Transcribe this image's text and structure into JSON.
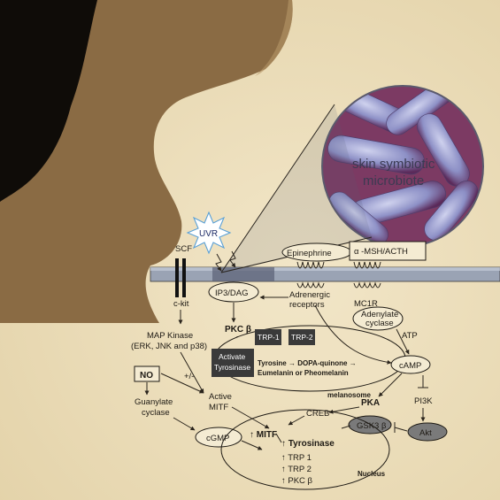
{
  "background": {
    "paper_color": "#efe2c2",
    "shadow_color": "#0f0c08",
    "brown_color": "#8a6b44",
    "accent_dark": "#4a4a4a"
  },
  "microbiote": {
    "label_line1": "skin symbiotic",
    "label_line2": "microbiote"
  },
  "uv": {
    "label": "UVR",
    "icon": "sun-icon"
  },
  "receptors": {
    "scf": "SCF",
    "ckit": "c-kit",
    "epinephrine": "Epinephrine",
    "msh": "α -MSH/ACTH",
    "adrenergic_line1": "Adrenergic",
    "adrenergic_line2": "receptors",
    "mc1r": "MC1R"
  },
  "pathway": {
    "ip3dag": "IP3/DAG",
    "pkcb": "PKC β",
    "map_line1": "MAP Kinase",
    "map_line2": "(ERK, JNK and p38)",
    "no": "NO",
    "plusminus": "+/-",
    "guanylate_line1": "Guanylate",
    "guanylate_line2": "cyclase",
    "cgmp": "cGMP",
    "active_mitf_line1": "Active",
    "active_mitf_line2": "MITF",
    "adenylate_line1": "Adenylate",
    "adenylate_line2": "cyclase",
    "atp": "ATP",
    "camp": "cAMP",
    "pka": "PKA",
    "pi3k": "PI3K",
    "creb": "CREB",
    "gsk3b": "GSK3 β",
    "akt": "Akt"
  },
  "melanosome": {
    "trp1": "TRP-1",
    "trp2": "TRP-2",
    "activate_line1": "Activate",
    "activate_line2": "Tyrosinase",
    "reaction_line1": "Tyrosine → DOPA-quinone →",
    "reaction_line2": "Eumelanin or Pheomelanin",
    "label": "melanosome"
  },
  "nucleus": {
    "mitf": "↑ MITF",
    "tyrosinase": "↑ Tyrosinase",
    "trp1": "↑ TRP 1",
    "trp2": "↑ TRP 2",
    "pkcb": "↑ PKC β",
    "label": "Nucleus"
  }
}
